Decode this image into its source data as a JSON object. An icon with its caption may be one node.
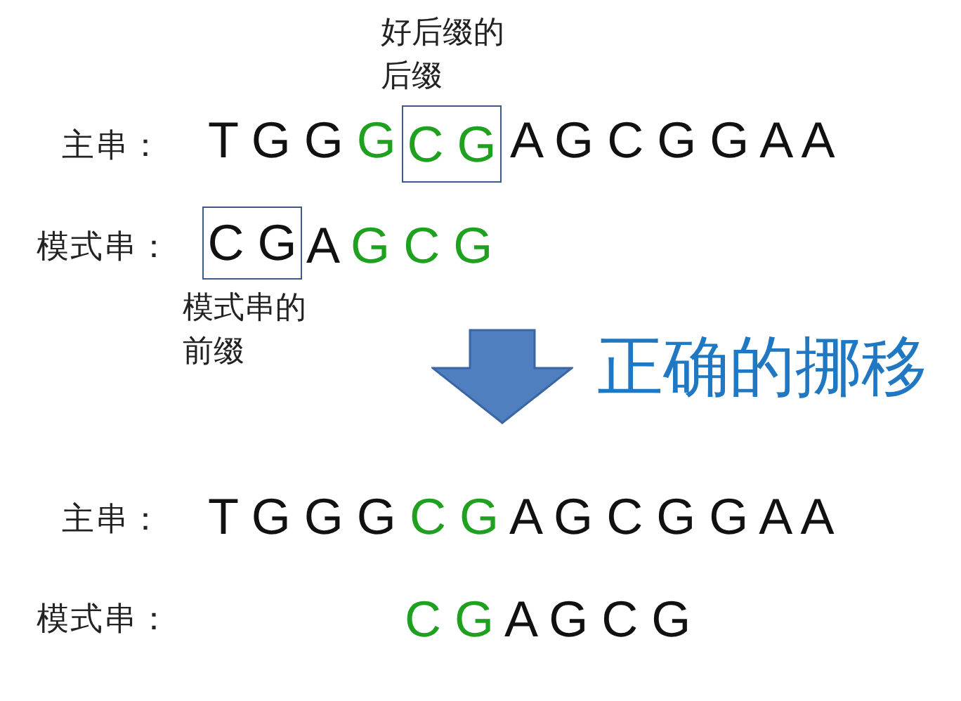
{
  "diagram": {
    "nodes": [
      {
        "text": [
          "C G"
        ],
        "beside": [
          "好后缀的后缀"
        ]
      },
      {
        "text": [
          "C G"
        ],
        "beside": [
          "模式串的前缀"
        ]
      }
    ],
    "labels": [
      "主串：",
      "T G G G",
      "A G C G G A A",
      "模式串：",
      "A G C G",
      "正确的挪移",
      "主串：",
      "T G G G C G A G C G G A A",
      "模式串：",
      "C G A G C G"
    ]
  }
}
